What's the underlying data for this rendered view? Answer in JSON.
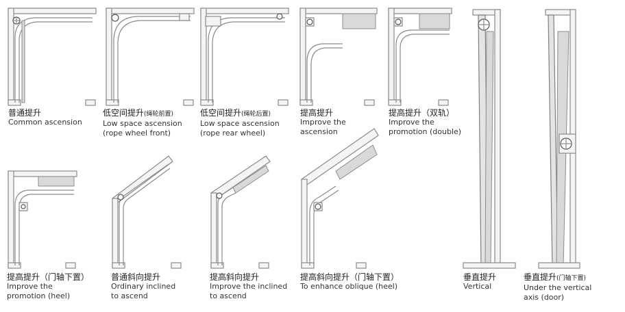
{
  "items": [
    {
      "zh": "普通提升",
      "en": "Common ascension"
    },
    {
      "zh": "低空间提升",
      "zh_small": "(绳轮前置)",
      "en": "Low space ascension",
      "en2": "(rope wheel front)"
    },
    {
      "zh": "低空间提升",
      "zh_small": "(绳轮后置)",
      "en": "Low space ascension",
      "en2": "(rope rear wheel)"
    },
    {
      "zh": "提高提升",
      "en": "Improve the",
      "en2": "ascension"
    },
    {
      "zh": "提高提升（双轨）",
      "en": "Improve the",
      "en2": "promotion (double)"
    },
    {
      "zh": "提高提升（门轴下置）",
      "en": "Improve the",
      "en2": "promotion (heel)"
    },
    {
      "zh": "普通斜向提升",
      "en": "Ordinary inclined",
      "en2": "to ascend"
    },
    {
      "zh": "提高斜向提升",
      "en": "Improve the inclined",
      "en2": "to ascend"
    },
    {
      "zh": "提高斜向提升（门轴下置）",
      "en": "To enhance oblique (heel)"
    },
    {
      "zh": "垂直提升",
      "en": "Vertical"
    },
    {
      "zh": "垂直提升",
      "zh_small": "(门轴下置)",
      "en": "Under the vertical",
      "en2": "axis (door)"
    }
  ]
}
